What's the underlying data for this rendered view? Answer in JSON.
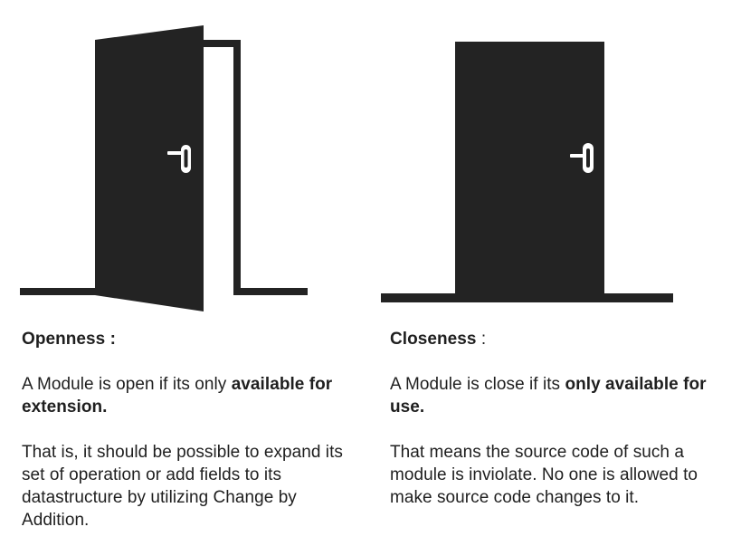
{
  "openness": {
    "title": "Openness :",
    "title_suffix": "",
    "para1_pre": "A Module is open if its only ",
    "para1_bold": "available for extension.",
    "para2": "That is, it should be possible to expand its set of operation or add fields to its datastructure by utilizing Change by Addition."
  },
  "closeness": {
    "title": "Closeness",
    "title_suffix": " :",
    "para1_pre": "A Module is close if its ",
    "para1_bold": "only available for use.",
    "para2": "That means the source code of such a module is inviolate. No one is allowed to make source code changes to it."
  },
  "colors": {
    "door": "#232323",
    "text": "#1f1f1f",
    "background": "#ffffff"
  },
  "icons": {
    "open_door": "open-door-icon",
    "closed_door": "closed-door-icon",
    "handle": "door-handle-icon"
  }
}
